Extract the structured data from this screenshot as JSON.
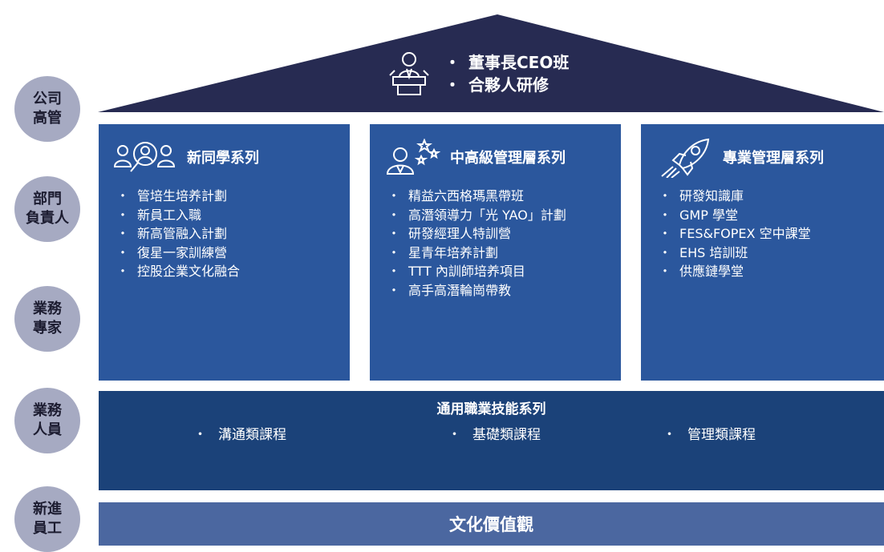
{
  "colors": {
    "roof": "#272b52",
    "column": "#2b579d",
    "general": "#1b4279",
    "culture": "#4b67a0",
    "level_circle": "#a6aac2"
  },
  "roof": {
    "icon": "speaker-podium-icon",
    "items": [
      "董事長CEO班",
      "合夥人研修"
    ]
  },
  "levels": [
    {
      "label": "公司\n高管"
    },
    {
      "label": "部門\n負責人"
    },
    {
      "label": "業務\n專家"
    },
    {
      "label": "業務\n人員"
    },
    {
      "label": "新進\n員工"
    }
  ],
  "columns": [
    {
      "icon": "people-search-icon",
      "title": "新同學系列",
      "items": [
        "管培生培养計劃",
        "新員工入職",
        "新高管融入計劃",
        "復星一家訓練營",
        "控股企業文化融合"
      ]
    },
    {
      "icon": "leader-stars-icon",
      "title": "中高級管理層系列",
      "items": [
        "精益六西格瑪黑帶班",
        "高潛領導力「光 YAO」計劃",
        "研發經理人特訓營",
        "星青年培养計劃",
        "TTT 內訓師培养項目",
        "高手高潛輪崗帶教"
      ]
    },
    {
      "icon": "rocket-icon",
      "title": "專業管理層系列",
      "items": [
        "研發知識庫",
        "GMP 學堂",
        "FES&FOPEX 空中課堂",
        "EHS 培訓班",
        "供應鏈學堂"
      ]
    }
  ],
  "general": {
    "title": "通用職業技能系列",
    "items": [
      "溝通類課程",
      "基礎類課程",
      "管理類課程"
    ]
  },
  "culture": {
    "title": "文化價值觀"
  }
}
